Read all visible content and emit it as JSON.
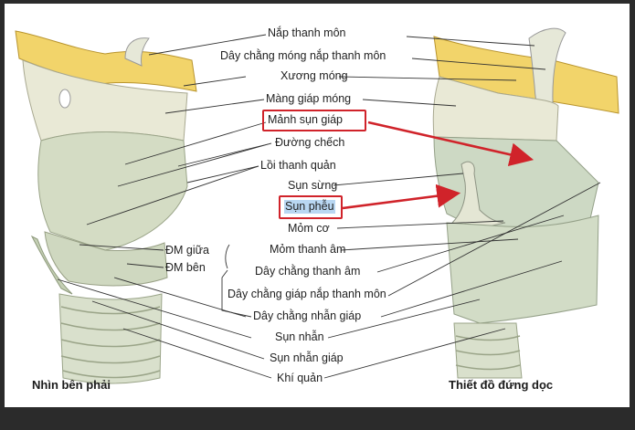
{
  "diagram": {
    "labels": {
      "nap_thanh_mon": "Nắp thanh môn",
      "day_chang_mong_nap": "Dây chằng móng nắp thanh môn",
      "xuong_mong": "Xương móng",
      "mang_giap_mong": "Màng giáp móng",
      "manh_sun_giap": "Mảnh sụn giáp",
      "duong_cheo": "Đường chếch",
      "loi_thanh_quan": "Lồi thanh quản",
      "sun_sung": "Sụn sừng",
      "sun_pheu": "Sụn phễu",
      "mom_co": "Mỏm cơ",
      "mom_thanh_am": "Mỏm thanh âm",
      "dm_giua": "ĐM giữa",
      "dm_ben": "ĐM bên",
      "day_chang_thanh_am": "Dây chằng thanh âm",
      "day_chang_giap_nap": "Dây chằng giáp nắp thanh môn",
      "day_chang_nhan_giap": "Dây chằng nhẫn giáp",
      "sun_nhan": "Sụn nhẫn",
      "sun_nhan_giap": "Sụn nhẫn giáp",
      "khi_quan": "Khí quản"
    },
    "captions": {
      "left": "Nhìn bên phải",
      "right": "Thiết đồ đứng dọc"
    },
    "highlight_color": "#d0232a"
  }
}
